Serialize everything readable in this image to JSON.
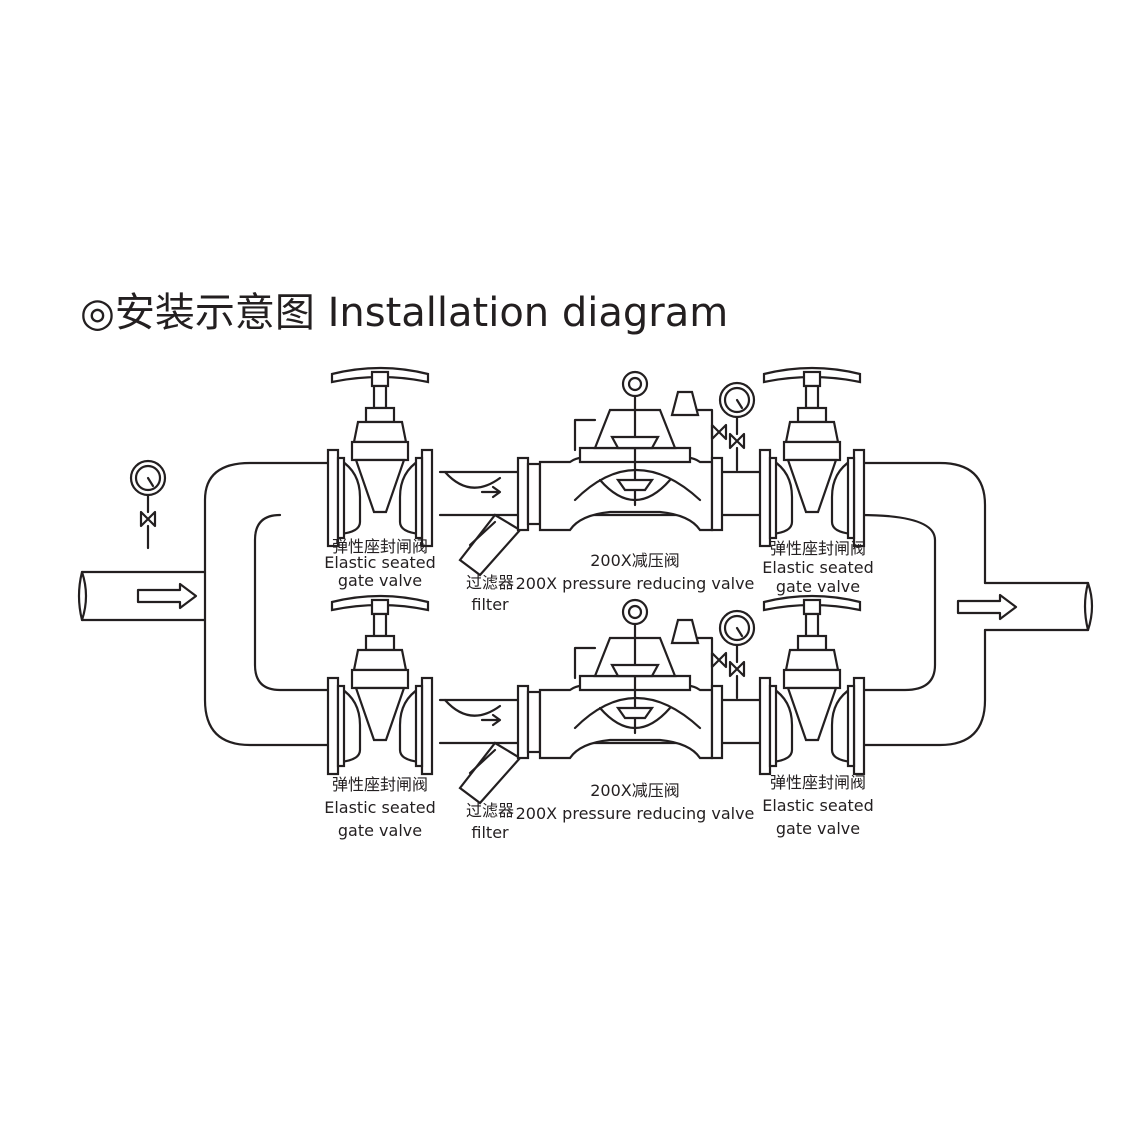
{
  "title": "◎安装示意图 Installation diagram",
  "branches": [
    {
      "gate_valve_in": {
        "cn": "弹性座封闸阀",
        "en1": "Elastic seated",
        "en2": "gate valve"
      },
      "filter": {
        "cn": "过滤器",
        "en": "filter"
      },
      "prv": {
        "cn": "200X减压阀",
        "en": "200X pressure reducing valve"
      },
      "gate_valve_out": {
        "cn": "弹性座封闸阀",
        "en1": "Elastic seated",
        "en2": "gate valve"
      }
    },
    {
      "gate_valve_in": {
        "cn": "弹性座封闸阀",
        "en1": "Elastic seated",
        "en2": "gate valve"
      },
      "filter": {
        "cn": "过滤器",
        "en": "filter"
      },
      "prv": {
        "cn": "200X减压阀",
        "en": "200X pressure reducing valve"
      },
      "gate_valve_out": {
        "cn": "弹性座封闸阀",
        "en1": "Elastic seated",
        "en2": "gate valve"
      }
    }
  ]
}
